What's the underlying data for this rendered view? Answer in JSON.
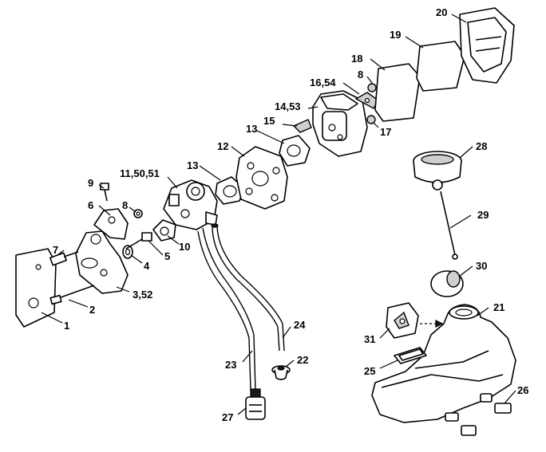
{
  "labels": {
    "l1": "1",
    "l2": "2",
    "l3": "3,52",
    "l4": "4",
    "l5": "5",
    "l6": "6",
    "l7": "7",
    "l8a": "8",
    "l8b": "8",
    "l9": "9",
    "l10": "10",
    "l11": "11,50,51",
    "l12": "12",
    "l13a": "13",
    "l13b": "13",
    "l14": "14,53",
    "l15": "15",
    "l16": "16,54",
    "l17": "17",
    "l18": "18",
    "l19": "19",
    "l20": "20",
    "l21": "21",
    "l22": "22",
    "l23": "23",
    "l24": "24",
    "l25": "25",
    "l26": "26",
    "l27": "27",
    "l28": "28",
    "l29": "29",
    "l30": "30",
    "l31": "31"
  }
}
